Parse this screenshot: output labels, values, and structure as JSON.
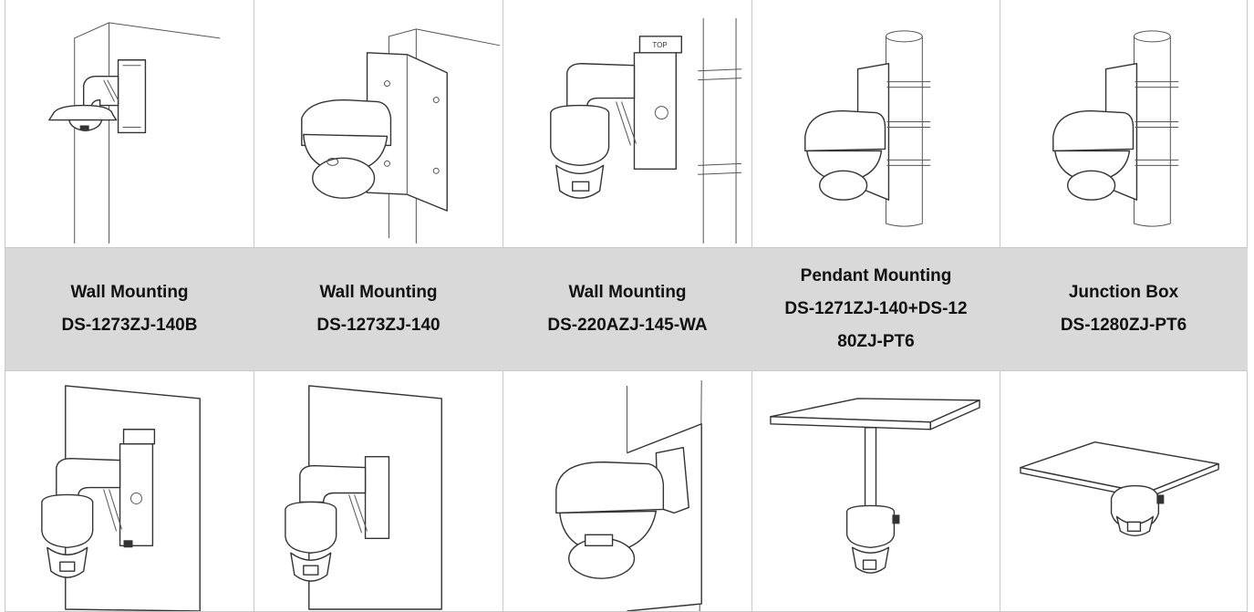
{
  "captions": [
    {
      "title": "Wall Mounting",
      "model": "DS-1273ZJ-140B"
    },
    {
      "title": "Wall Mounting",
      "model": "DS-1273ZJ-140"
    },
    {
      "title": "Wall Mounting",
      "model": "DS-220AZJ-145-WA"
    },
    {
      "title": "Pendant Mounting",
      "model_line1": "DS-1271ZJ-140+DS-12",
      "model_line2": "80ZJ-PT6"
    },
    {
      "title": "Junction Box",
      "model": "DS-1280ZJ-PT6"
    }
  ]
}
